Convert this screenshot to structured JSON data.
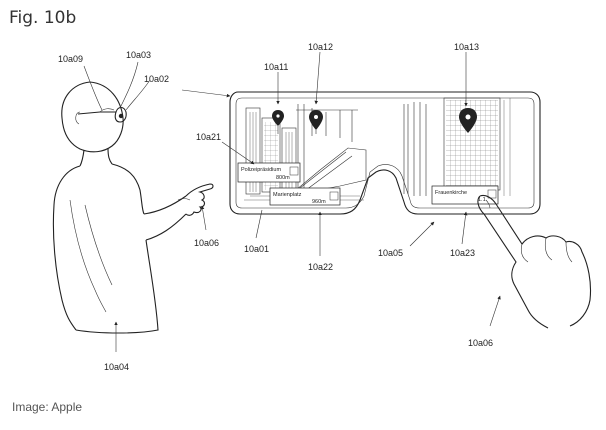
{
  "figure": {
    "title": "Fig. 10b",
    "caption": "Image: Apple",
    "labels": {
      "glasses_top": "10a09",
      "lens": "10a03",
      "frame": "10a02",
      "marker_a": "10a11",
      "marker_b": "10a12",
      "marker_c": "10a13",
      "tag_left": "10a21",
      "hand_user": "10a06",
      "lens_left": "10a01",
      "ground_left": "10a22",
      "bridge": "10a05",
      "tag_right": "10a23",
      "person": "10a04",
      "hand_right": "10a06"
    },
    "tags": {
      "polizei": {
        "name": "Polizeipräsidium",
        "dist": "800m"
      },
      "marien": {
        "name": "Marienplatz",
        "dist": "960m"
      },
      "frauen": {
        "name": "Frauenkirche",
        "dist": "1.1"
      }
    }
  }
}
